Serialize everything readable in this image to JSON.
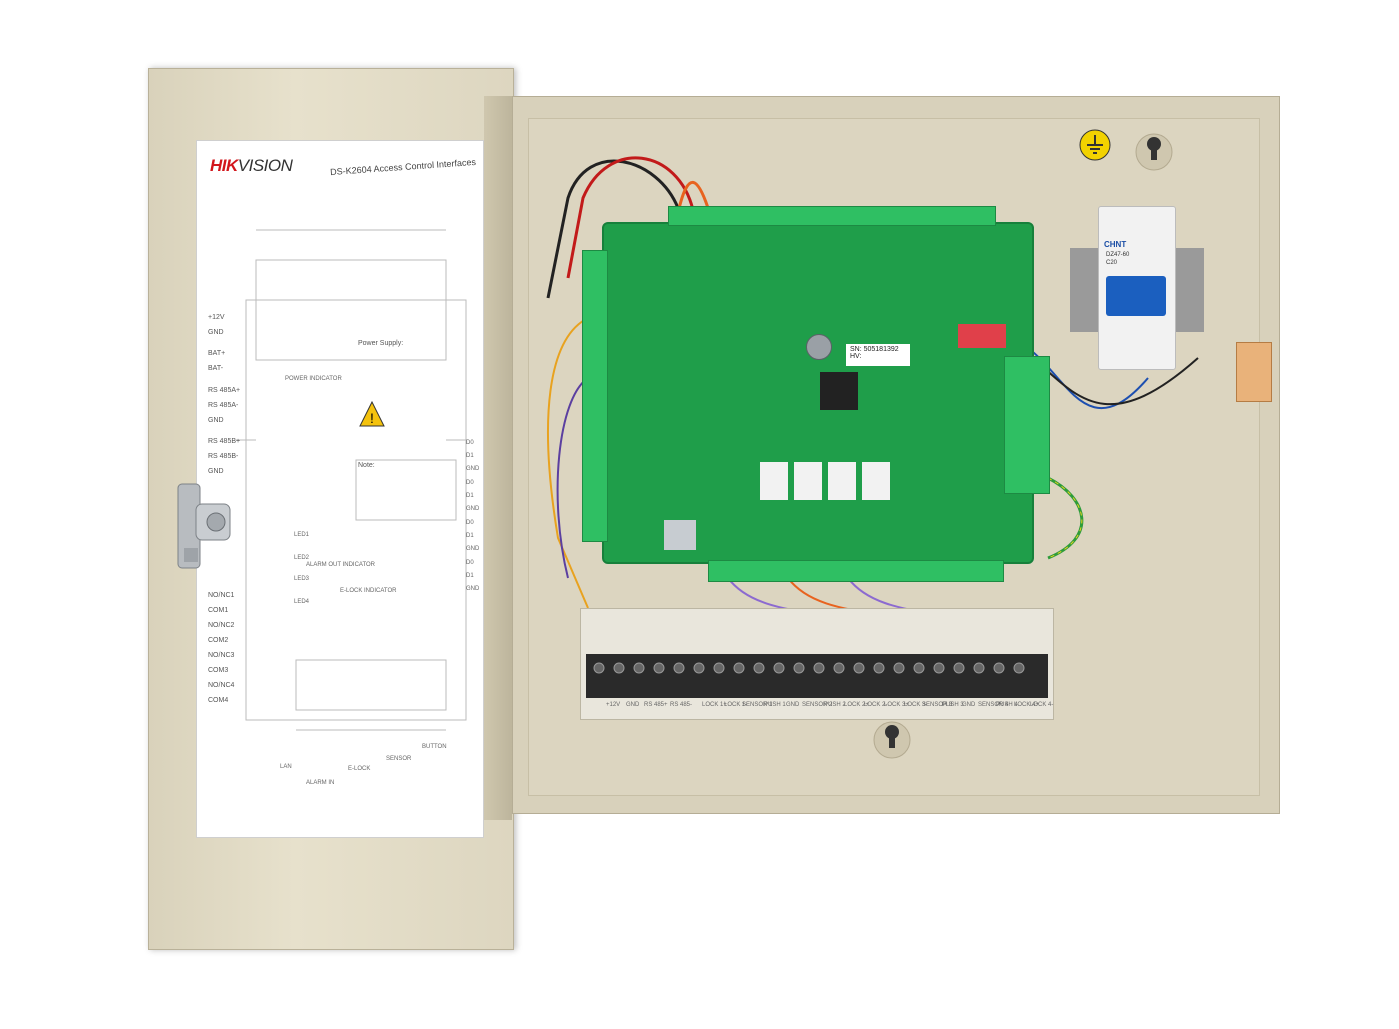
{
  "door": {
    "brand_red": "HIK",
    "brand_dark": "VISION",
    "sheet_title": "DS-K2604 Access Control Interfaces",
    "left_labels": [
      "+12V",
      "GND",
      "BAT+",
      "BAT-",
      "RS 485A+",
      "RS 485A-",
      "GND",
      "RS 485B+",
      "RS 485B-",
      "GND",
      "NO/NC1",
      "COM1",
      "NO/NC2",
      "COM2",
      "NO/NC3",
      "COM3",
      "NO/NC4",
      "COM4"
    ],
    "right_labels": [
      "D0",
      "D1",
      "GND",
      "D0",
      "D1",
      "GND",
      "D0",
      "D1",
      "GND",
      "D0",
      "D1",
      "GND"
    ],
    "power_supply_title": "Power Supply:",
    "power_indicator": "POWER INDICATOR",
    "note_title": "Note:",
    "led_labels": [
      "LED1",
      "LED2",
      "LED3",
      "LED4"
    ],
    "lock_indicator": "E-LOCK INDICATOR",
    "alarm_out_indicator": "ALARM OUT INDICATOR",
    "bottom_labels": [
      "LAN",
      "ALARM IN",
      "E-LOCK",
      "SENSOR",
      "BUTTON"
    ]
  },
  "pcb": {
    "serial": "SN: 505181392",
    "version": "HV:"
  },
  "breaker": {
    "brand": "CHNT",
    "model": "DZ47-60",
    "rating": "C20"
  },
  "terminal_labels": [
    "+12V",
    "GND",
    "RS 485+",
    "RS 485-",
    "LOCK 1+",
    "LOCK 1-",
    "SENSOR 1",
    "PUSH 1",
    "GND",
    "SENSOR 2",
    "PUSH 2",
    "LOCK 2+",
    "LOCK 2-",
    "LOCK 3+",
    "LOCK 3-",
    "SENSOR 3",
    "PUSH 3",
    "GND",
    "SENSOR 4",
    "PUSH 4",
    "LOCK 4+",
    "LOCK 4-"
  ],
  "colors": {
    "brand_red": "#d2151b",
    "pcb_green": "#1f9e4a",
    "cabinet_beige": "#d8d1bb",
    "breaker_blue": "#1b5fbf"
  }
}
